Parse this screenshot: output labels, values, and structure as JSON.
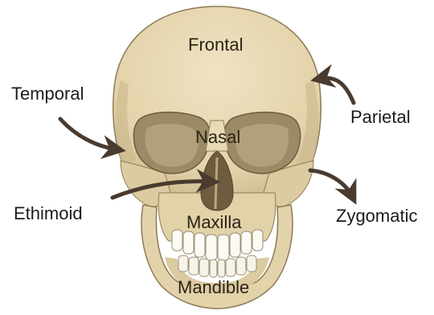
{
  "labels": {
    "frontal": "Frontal",
    "temporal": "Temporal",
    "parietal": "Parietal",
    "nasal": "Nasal",
    "ethmoid": "Ethimoid",
    "zygomatic": "Zygomatic",
    "maxilla": "Maxilla",
    "mandible": "Mandible"
  },
  "colors": {
    "bone": "#e6d7b1",
    "bone_shadow": "#c9b78e",
    "bone_outline": "#8d7b57",
    "orbit": "#9c8a66",
    "nasal_cavity": "#6e5c40",
    "teeth": "#fbfaf4",
    "arrow": "#4a3b30",
    "text": "#1c1c1c"
  }
}
